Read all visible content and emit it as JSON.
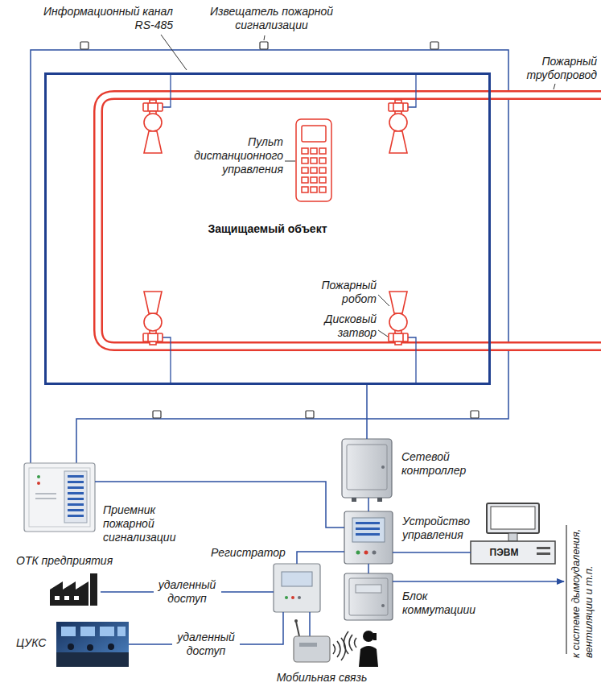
{
  "diagram": {
    "nodes": [
      {
        "text": [
          "Защищаемый объект"
        ]
      },
      {
        "text": [
          "Сетевой контроллер"
        ]
      },
      {
        "text": [
          "Приемник пожарной сигнализации"
        ]
      },
      {
        "text": [
          "Устройство управления"
        ]
      },
      {
        "text": [
          "ПЭВМ"
        ]
      },
      {
        "text": [
          "ОТК предприятия"
        ]
      },
      {
        "text": [
          "Регистратор"
        ]
      },
      {
        "text": [
          "Блок коммутациии"
        ]
      },
      {
        "text": [
          "ЦУКС"
        ]
      }
    ],
    "edges": [
      {
        "from": 0,
        "to": 1,
        "arrow": "none"
      },
      {
        "from": 1,
        "to": 3,
        "arrow": "none"
      },
      {
        "from": 2,
        "to": 3,
        "arrow": "none"
      },
      {
        "from": 3,
        "to": 4,
        "arrow": "none"
      },
      {
        "from": 5,
        "to": 6,
        "label": "удаленный доступ",
        "arrow": "none"
      },
      {
        "from": 8,
        "to": 6,
        "label": "удаленный доступ",
        "arrow": "none"
      },
      {
        "from": 6,
        "to": 3,
        "arrow": "none"
      },
      {
        "from": 3,
        "to": 7,
        "arrow": "none"
      }
    ],
    "labels": [
      "Информационный канал RS-485",
      "Извещатель пожарной сигнализации",
      "Пожарный трубопровод",
      "Пульт дистанционного управления",
      "Пожарный робот",
      "Дисковый затвор",
      "к системе дымоудаления, вентиляции и т.п.",
      "Мобильная связь"
    ]
  }
}
